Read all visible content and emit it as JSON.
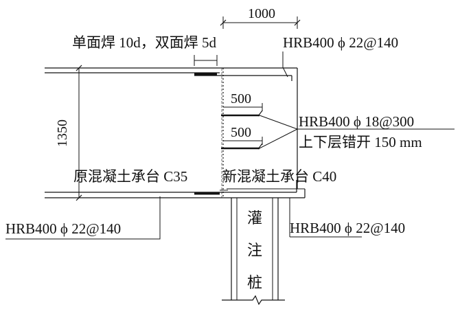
{
  "dimensions": {
    "top_width": "1000",
    "left_height": "1350",
    "spacing_upper": "500",
    "spacing_lower": "500"
  },
  "labels": {
    "weld": "单面焊 10d，双面焊 5d",
    "rebar_top": "HRB400 ϕ 22@140",
    "rebar_dowel": "HRB400 ϕ 18@300",
    "stagger": "上下层错开 150 mm",
    "old_cap": "原混凝土承台 C35",
    "new_cap": "新混凝土承台 C40",
    "rebar_bottom_left": "HRB400 ϕ 22@140",
    "rebar_bottom_right": "HRB400 ϕ 22@140",
    "pile_chars": [
      "灌",
      "注",
      "桩"
    ]
  }
}
